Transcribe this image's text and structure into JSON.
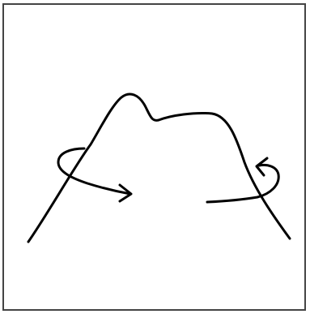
{
  "diagram": {
    "stroke_color": "#000000",
    "frame_color": "#444444",
    "background": "#ffffff",
    "icons": [
      "curve",
      "left-rotation-arrow",
      "right-rotation-arrow"
    ]
  }
}
